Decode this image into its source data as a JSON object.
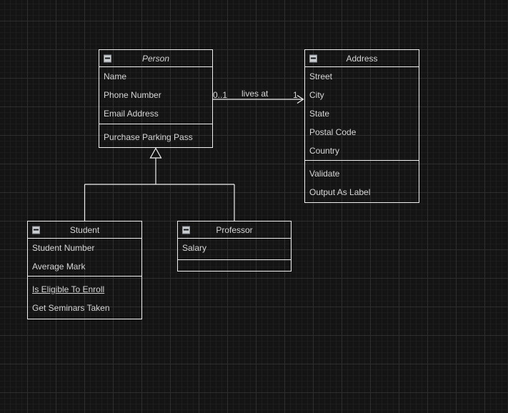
{
  "diagram": {
    "type": "uml-class-diagram",
    "classes": [
      {
        "title": "Person",
        "abstract": true,
        "attributes": [
          "Name",
          "Phone Number",
          "Email Address"
        ],
        "methods": [
          "Purchase Parking Pass"
        ]
      },
      {
        "title": "Address",
        "abstract": false,
        "attributes": [
          "Street",
          "City",
          "State",
          "Postal Code",
          "Country"
        ],
        "methods": [
          "Validate",
          "Output As Label"
        ]
      },
      {
        "title": "Student",
        "abstract": false,
        "attributes": [
          "Student Number",
          "Average Mark"
        ],
        "methods": [
          "Is Eligible To Enroll",
          "Get Seminars Taken"
        ],
        "underlined_methods": [
          "Is Eligible To Enroll"
        ]
      },
      {
        "title": "Professor",
        "abstract": false,
        "attributes": [
          "Salary"
        ],
        "methods": []
      }
    ],
    "edges": {
      "association": {
        "source": "Person",
        "target": "Address",
        "label": "lives at",
        "source_multiplicity": "0..1",
        "target_multiplicity": "1"
      },
      "generalizations": [
        {
          "from": "Student",
          "to": "Person"
        },
        {
          "from": "Professor",
          "to": "Person"
        }
      ]
    },
    "colors": {
      "background": "#141414",
      "grid_minor": "#1d1d1d",
      "grid_major": "#2e2e2e",
      "stroke": "#f0f0f0",
      "text": "#d6d6d6",
      "icon_bg": "#cbced0",
      "icon_border": "#868e96",
      "icon_glyph": "#15181c"
    }
  }
}
